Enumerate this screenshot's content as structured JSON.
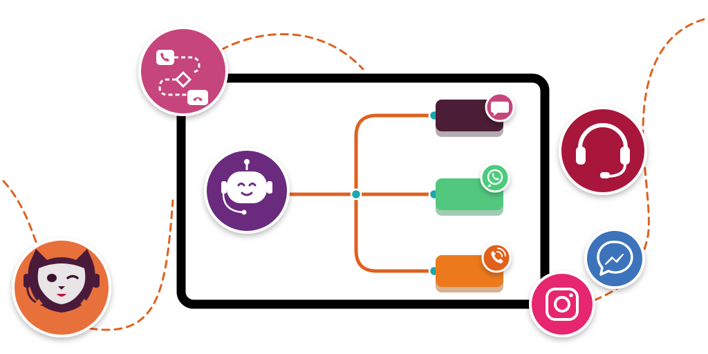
{
  "colors": {
    "background": "#ffffff",
    "frame": "#000000",
    "connector": "#e0601e",
    "connector_dot": "#1aa8b0",
    "dashed_path": "#e0601e",
    "bot_circle": "#6a2c7d",
    "workflow_circle": "#c6457c",
    "cat_circle": "#e8703a",
    "headset_circle": "#a8163a",
    "messenger_circle": "#3d73bb",
    "instagram_circle": "#e6276e",
    "pill_chat": "#4c1d36",
    "pill_whatsapp": "#52c87e",
    "pill_voice": "#ec7a1d",
    "badge_chat": "#c6457c",
    "badge_whatsapp": "#4ccc7c",
    "badge_voice": "#e0601e"
  },
  "icons": {
    "workflow": "call-flow-icon",
    "bot": "chatbot-icon",
    "cat_mascot": "cat-mascot-icon",
    "headset": "headset-icon",
    "messenger": "messenger-icon",
    "instagram": "instagram-icon",
    "chat_badge": "chat-bubble-icon",
    "whatsapp_badge": "whatsapp-icon",
    "voice_badge": "phone-call-icon"
  },
  "channels": [
    {
      "name": "chat",
      "icon": "chat-bubble-icon"
    },
    {
      "name": "whatsapp",
      "icon": "whatsapp-icon"
    },
    {
      "name": "voice",
      "icon": "phone-call-icon"
    }
  ]
}
